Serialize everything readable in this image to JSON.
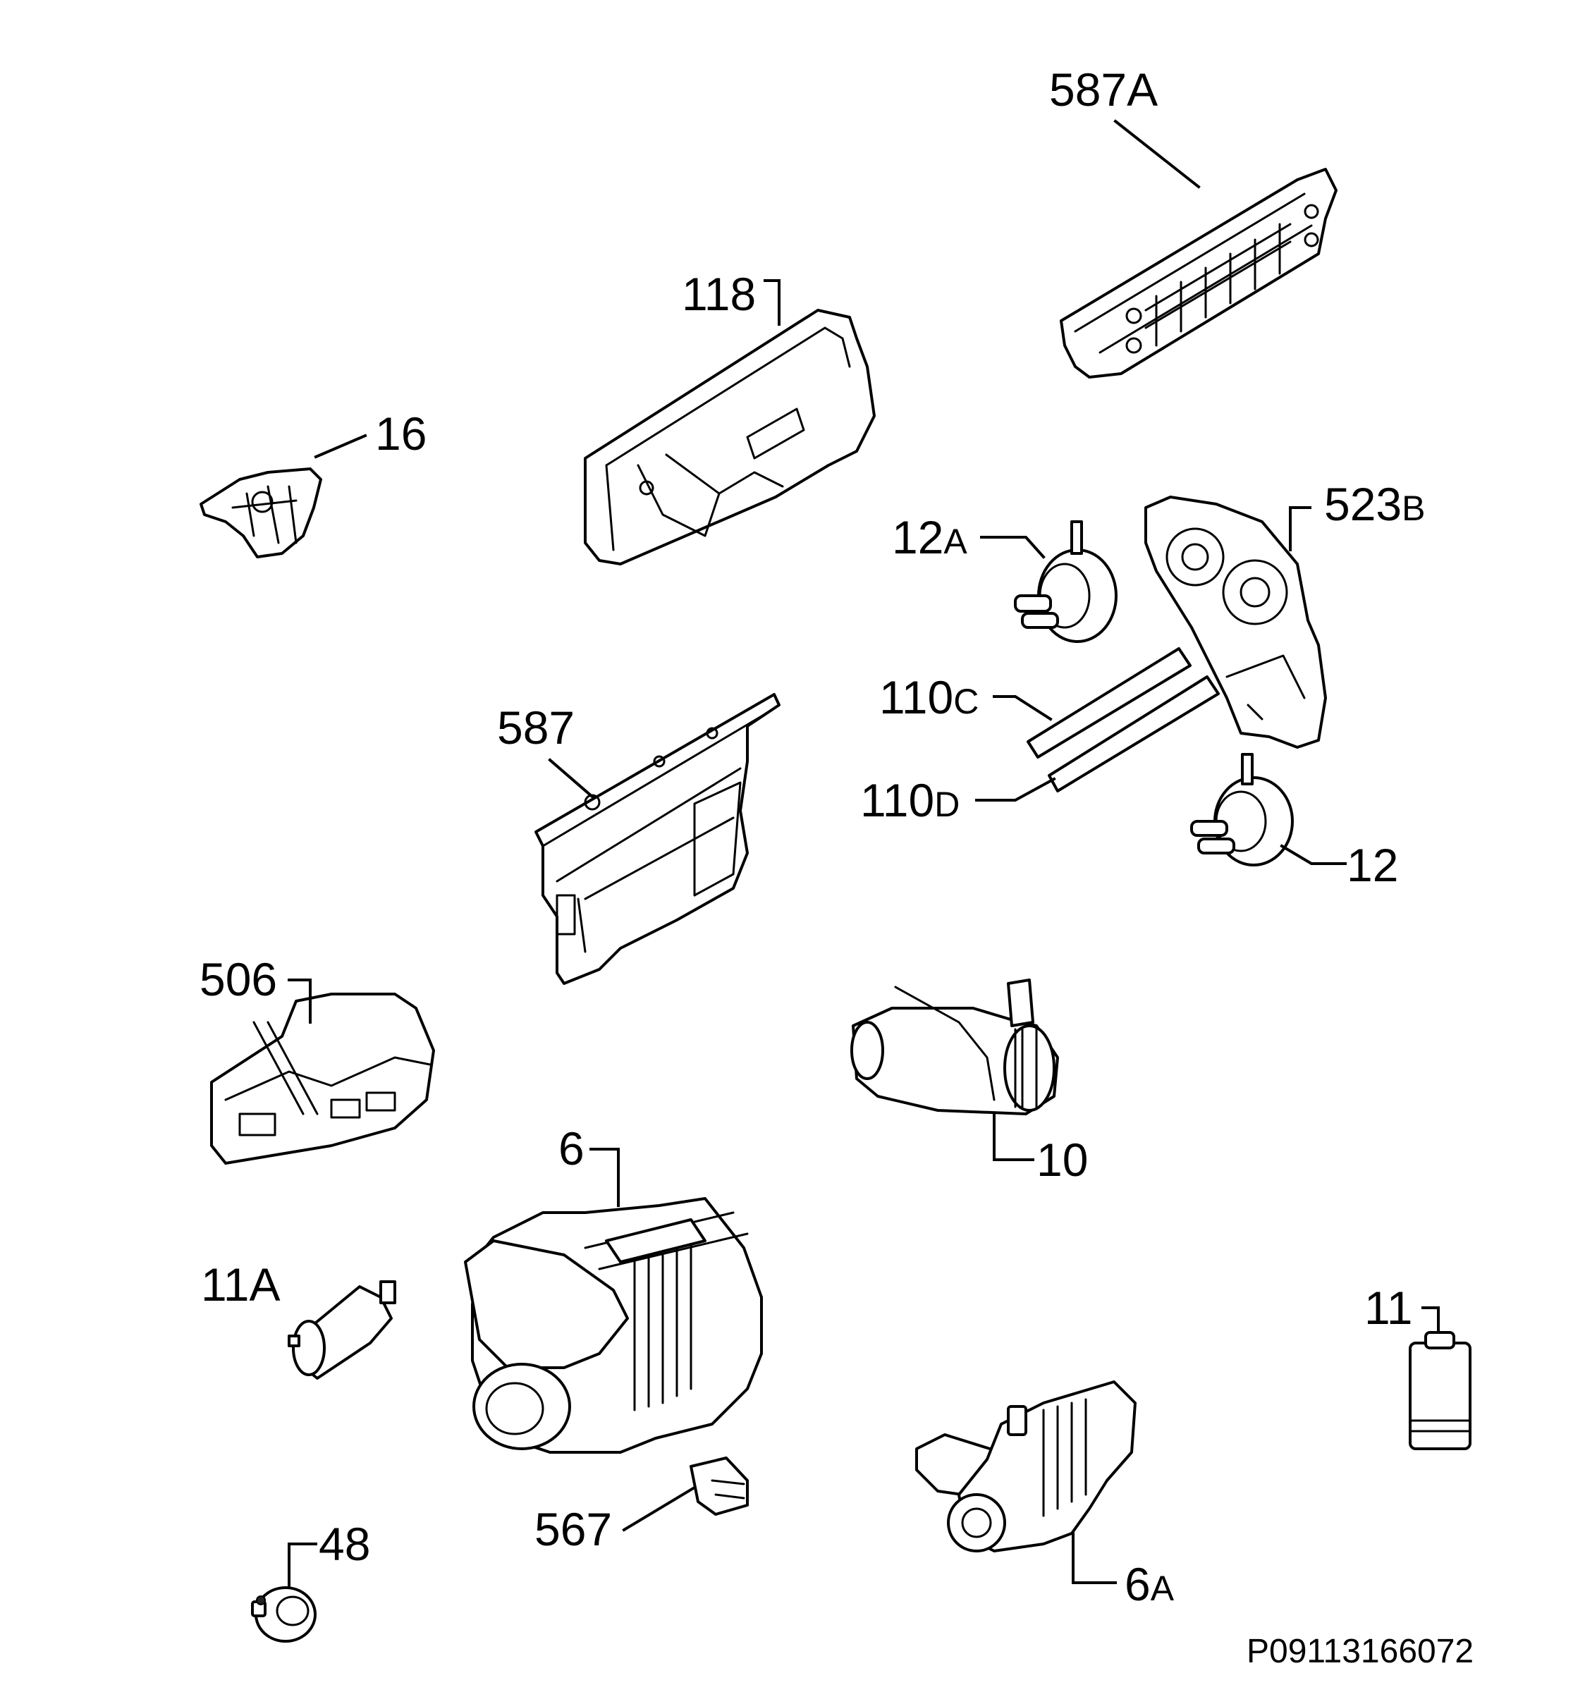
{
  "callouts": {
    "c587a": {
      "num": "587",
      "suffix": "A"
    },
    "c118": {
      "num": "118",
      "suffix": ""
    },
    "c16": {
      "num": "16",
      "suffix": ""
    },
    "c12a": {
      "num": "12",
      "suffix": "A"
    },
    "c523b": {
      "num": "523",
      "suffix": "B"
    },
    "c587": {
      "num": "587",
      "suffix": ""
    },
    "c110c": {
      "num": "110",
      "suffix": "C"
    },
    "c110d": {
      "num": "110",
      "suffix": "D"
    },
    "c12": {
      "num": "12",
      "suffix": ""
    },
    "c506": {
      "num": "506",
      "suffix": ""
    },
    "c10": {
      "num": "10",
      "suffix": ""
    },
    "c6": {
      "num": "6",
      "suffix": ""
    },
    "c11a": {
      "num": "11A",
      "suffix": ""
    },
    "c11": {
      "num": "11",
      "suffix": ""
    },
    "c567": {
      "num": "567",
      "suffix": ""
    },
    "c6a": {
      "num": "6",
      "suffix": "A"
    },
    "c48": {
      "num": "48",
      "suffix": ""
    }
  },
  "document_id": "P09113166072"
}
